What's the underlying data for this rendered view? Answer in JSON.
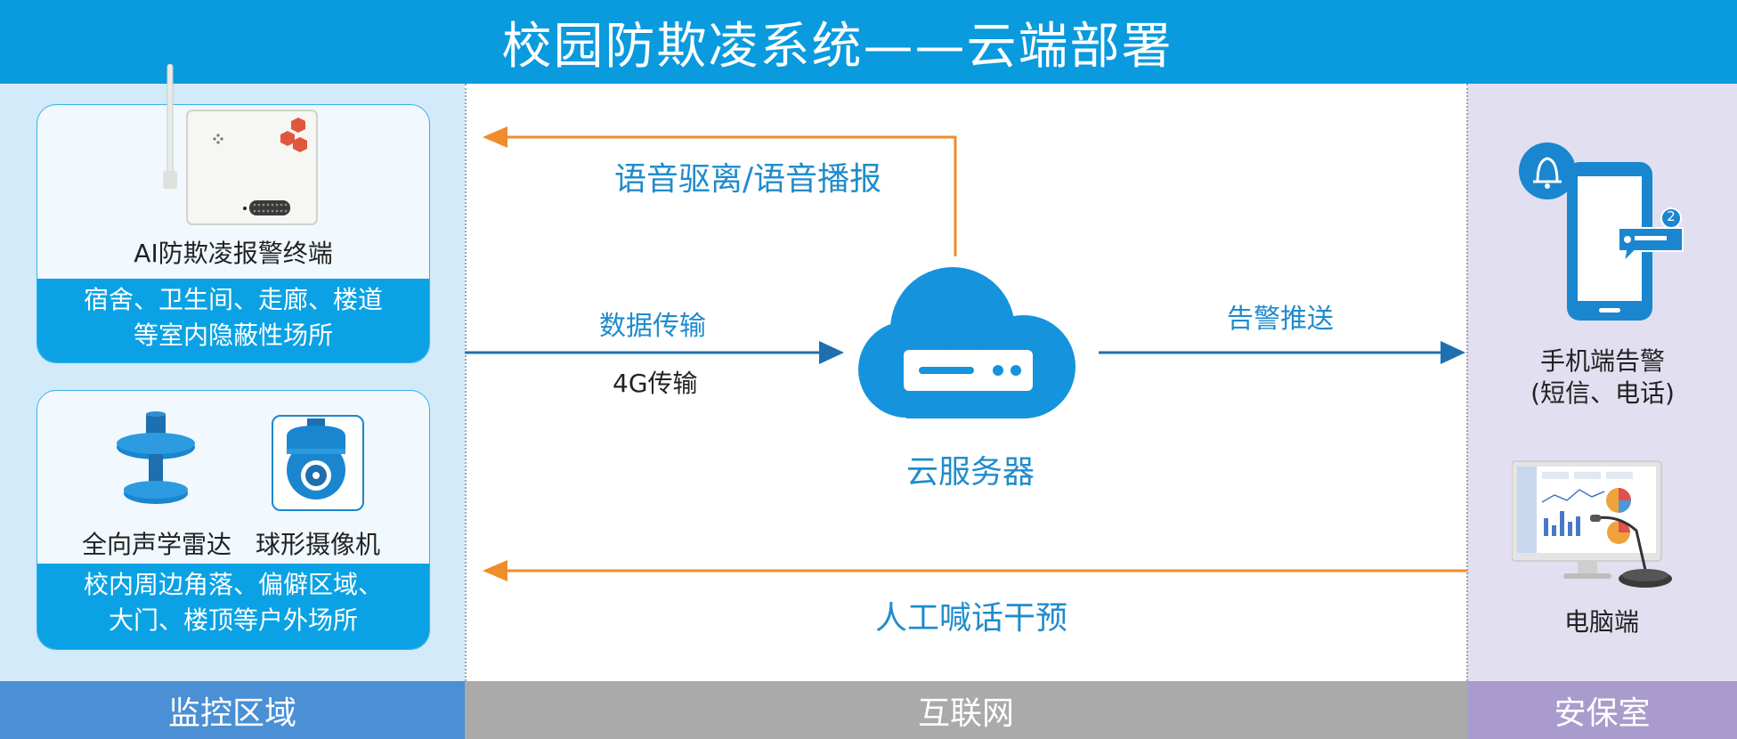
{
  "header": {
    "title": "校园防欺凌系统——云端部署"
  },
  "zones": {
    "left": "监控区域",
    "middle": "互联网",
    "right": "安保室"
  },
  "left": {
    "card1": {
      "device": "AI防欺凌报警终端",
      "band_line1": "宿舍、卫生间、走廊、楼道",
      "band_line2": "等室内隐蔽性场所"
    },
    "card2": {
      "device1": "全向声学雷达",
      "device2": "球形摄像机",
      "band_line1": "校内周边角落、偏僻区域、",
      "band_line2": "大门、楼顶等户外场所"
    }
  },
  "middle": {
    "voice_label": "语音驱离/语音播报",
    "data_label": "数据传输",
    "g4_label": "4G传输",
    "alarm_label": "告警推送",
    "server_label": "云服务器",
    "shout_label": "人工喊话干预"
  },
  "right": {
    "phone_line1": "手机端告警",
    "phone_line2": "(短信、电话)",
    "badge": "2",
    "pc_label": "电脑端"
  },
  "colors": {
    "header": "#0a9ade",
    "blue_arrow": "#1d6fb0",
    "orange_arrow": "#f08d2a",
    "cloud": "#1593dd"
  }
}
